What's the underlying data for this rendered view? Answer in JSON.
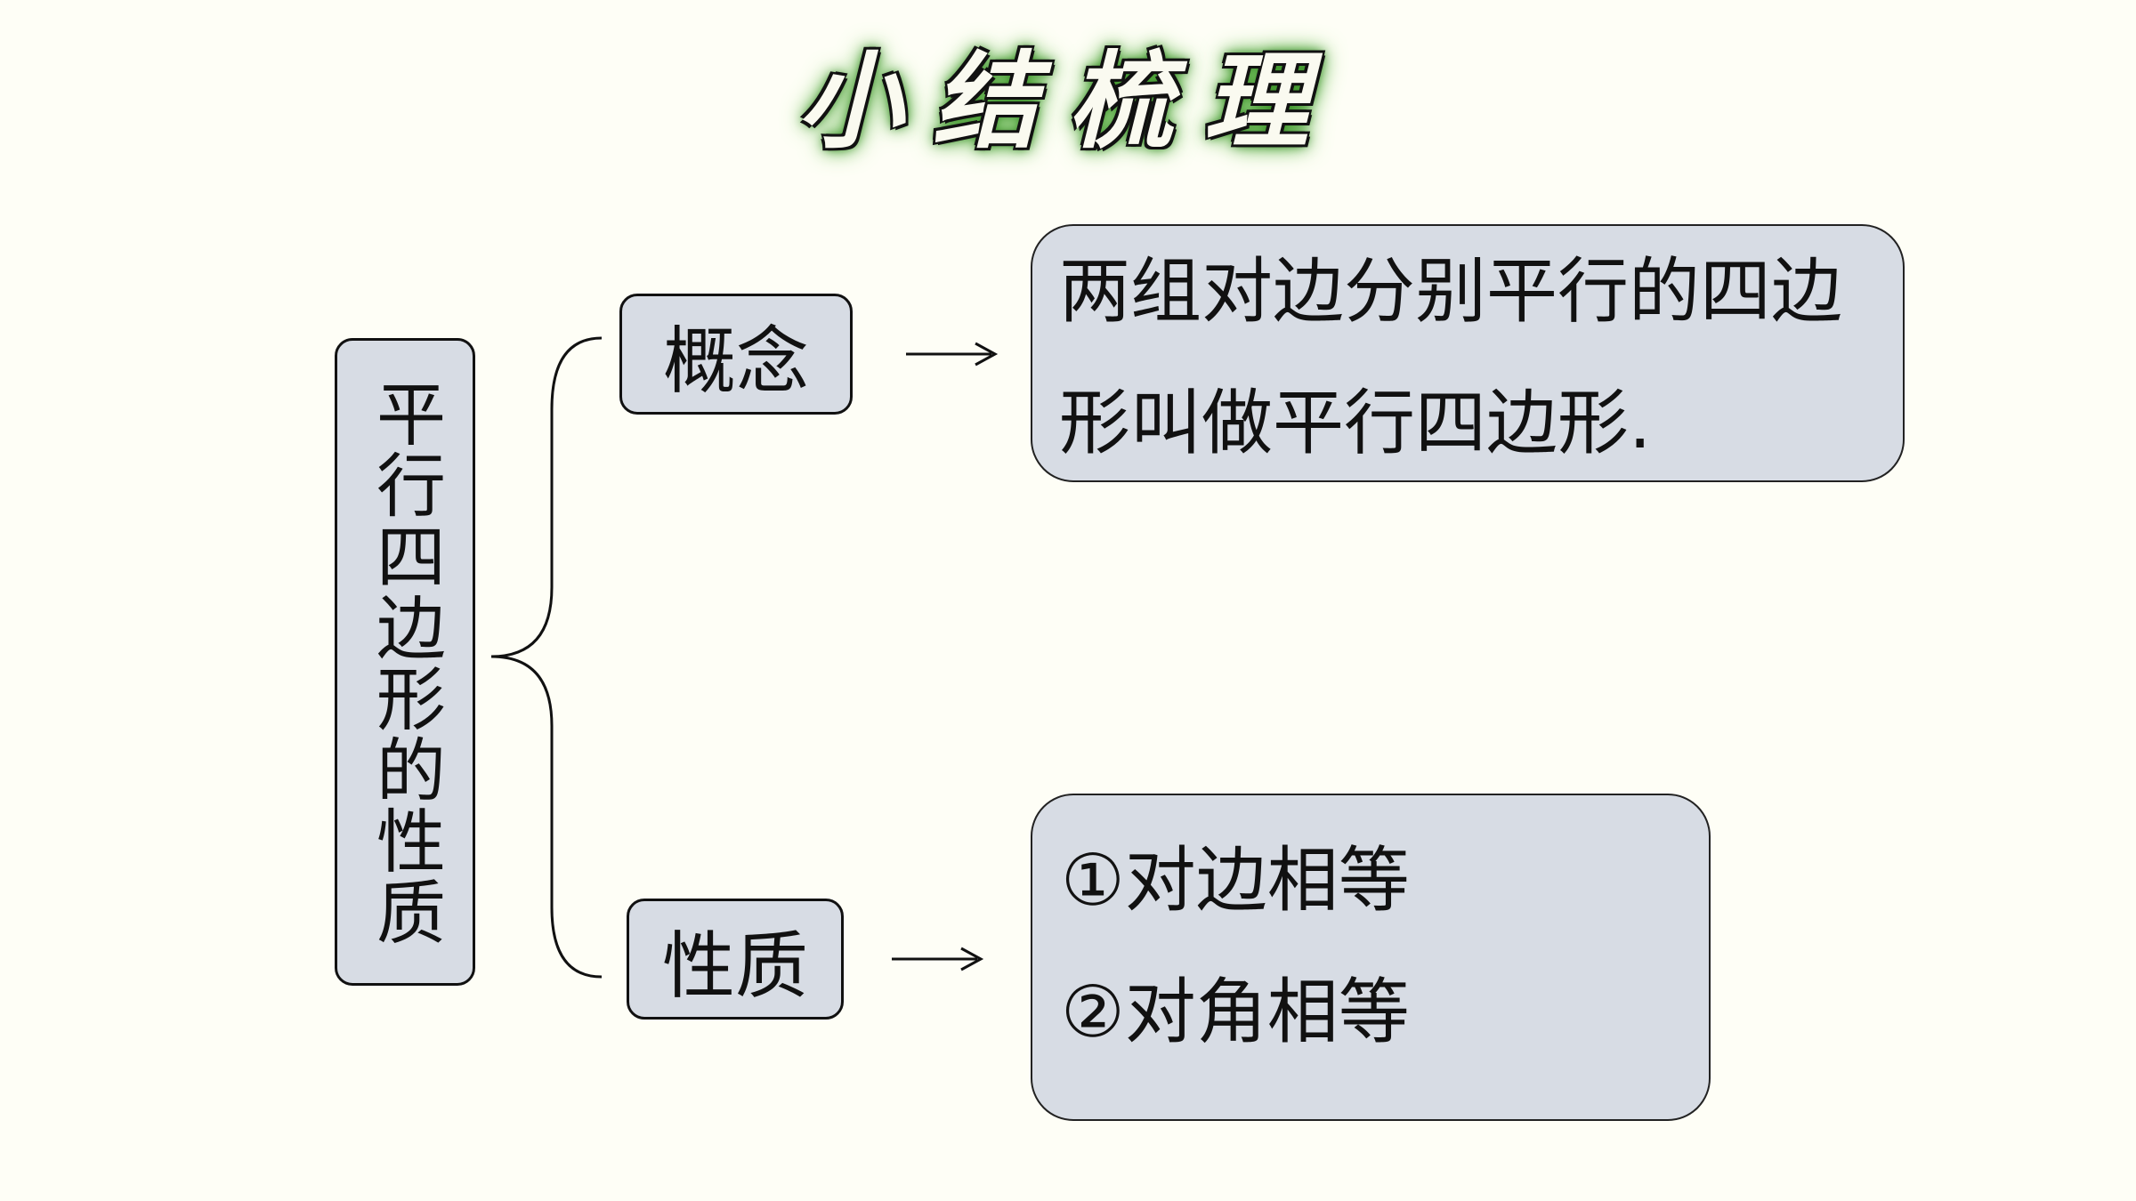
{
  "title": "小结梳理",
  "root": {
    "label": "平行四边形的性质"
  },
  "branches": [
    {
      "label": "概念",
      "content": [
        "两组对边分别平行的四边形叫做平行四边形."
      ]
    },
    {
      "label": "性质",
      "content": [
        "①对边相等",
        "②对角相等"
      ]
    }
  ],
  "colors": {
    "background": "#fefef6",
    "box_fill": "#d7dce4",
    "border": "#111111",
    "title_glow": "#3a9a26"
  }
}
